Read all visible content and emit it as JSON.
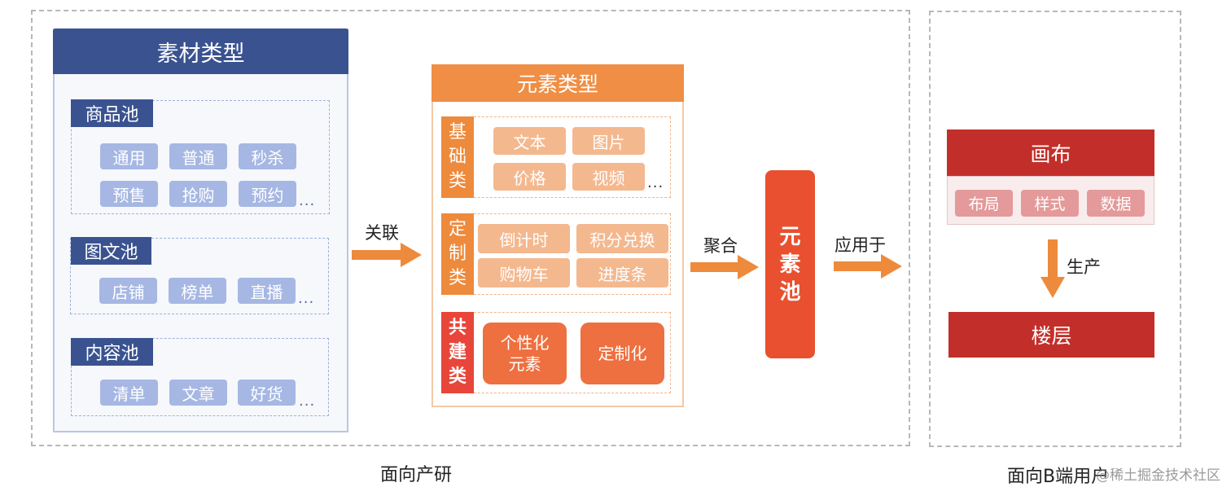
{
  "materials": {
    "title": "素材类型",
    "pools": [
      {
        "name": "商品池",
        "items": [
          "通用",
          "普通",
          "秒杀",
          "预售",
          "抢购",
          "预约"
        ],
        "ellipsis": "..."
      },
      {
        "name": "图文池",
        "items": [
          "店铺",
          "榜单",
          "直播"
        ],
        "ellipsis": "..."
      },
      {
        "name": "内容池",
        "items": [
          "清单",
          "文章",
          "好货"
        ],
        "ellipsis": "..."
      }
    ]
  },
  "links": {
    "associate": "关联",
    "aggregate": "聚合",
    "apply_to": "应用于",
    "produce": "生产"
  },
  "elements": {
    "title": "元素类型",
    "categories": [
      {
        "name_chars": [
          "基",
          "础",
          "类"
        ],
        "items": [
          "文本",
          "图片",
          "价格",
          "视频"
        ],
        "ellipsis": "..."
      },
      {
        "name_chars": [
          "定",
          "制",
          "类"
        ],
        "items": [
          "倒计时",
          "积分兑换",
          "购物车",
          "进度条"
        ]
      },
      {
        "name_chars": [
          "共",
          "建",
          "类"
        ],
        "items": [
          [
            "个性化",
            "元素"
          ],
          "定制化"
        ]
      }
    ]
  },
  "pool": {
    "chars": [
      "元",
      "素",
      "池"
    ]
  },
  "b_side": {
    "canvas": {
      "title": "画布",
      "items": [
        "布局",
        "样式",
        "数据"
      ]
    },
    "floor": "楼层"
  },
  "sections": {
    "rd": "面向产研",
    "b_users": "面向B端用户"
  },
  "watermark": "@稀土掘金技术社区",
  "colors": {
    "navy": "#3a5390",
    "orange": "#ef8e44",
    "red_orange": "#e8502f",
    "dark_red": "#c22f2a"
  }
}
